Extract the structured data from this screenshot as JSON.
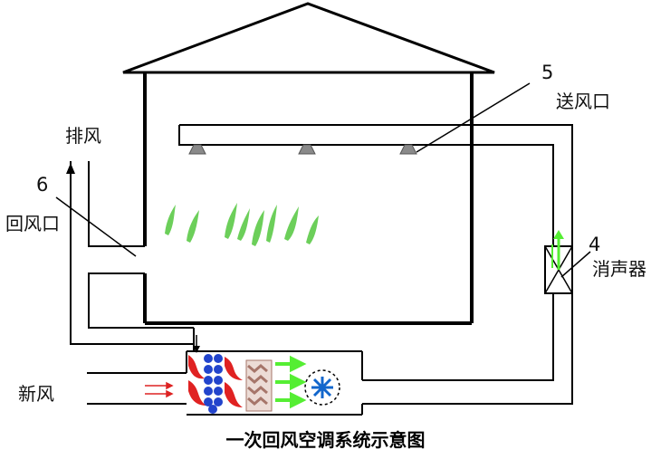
{
  "labels": {
    "exhaust": "排风",
    "return_inlet": "回风口",
    "return_num": "6",
    "supply_num": "5",
    "supply_outlet": "送风口",
    "silencer_num": "4",
    "silencer": "消声器",
    "fresh_air": "新风"
  },
  "caption": "一次回风空调系统示意图",
  "colors": {
    "line": "#000000",
    "nozzle": "#8a8a8a",
    "leaf": "#6ccf5a",
    "air_arrow": "#55ee33",
    "heat_wave": "#e02222",
    "filter_dots": "#2244cc",
    "coil": "#a6766a",
    "fan": "#1166cc"
  }
}
